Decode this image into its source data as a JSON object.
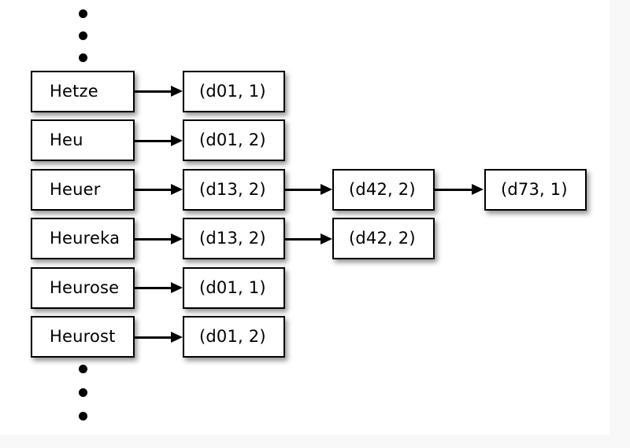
{
  "diagram": {
    "title": "dictionary-to-posting-list diagram",
    "background_color": "#ffffff",
    "node_fill": "#ffffff",
    "node_border_color": "#000000",
    "text_color": "#000000",
    "ellipsis_top": [
      "dot",
      "dot",
      "dot"
    ],
    "ellipsis_bottom": [
      "dot",
      "dot",
      "dot"
    ],
    "columns": [
      {
        "name": "terms",
        "nodes": [
          {
            "label": "Hetze"
          },
          {
            "label": "Heu"
          },
          {
            "label": "Heuer"
          },
          {
            "label": "Heureka"
          },
          {
            "label": "Heurose"
          },
          {
            "label": "Heurost"
          }
        ]
      },
      {
        "name": "postings-1",
        "nodes": [
          {
            "label": "(d01, 1)"
          },
          {
            "label": "(d01, 2)"
          },
          {
            "label": "(d13, 2)"
          },
          {
            "label": "(d13, 2)"
          },
          {
            "label": "(d01, 1)"
          },
          {
            "label": "(d01, 2)"
          }
        ]
      },
      {
        "name": "postings-2",
        "nodes": [
          {
            "label": "(d42, 2)"
          },
          {
            "label": "(d42, 2)"
          }
        ]
      },
      {
        "name": "postings-3",
        "nodes": [
          {
            "label": "(d73, 1)"
          }
        ]
      }
    ]
  }
}
